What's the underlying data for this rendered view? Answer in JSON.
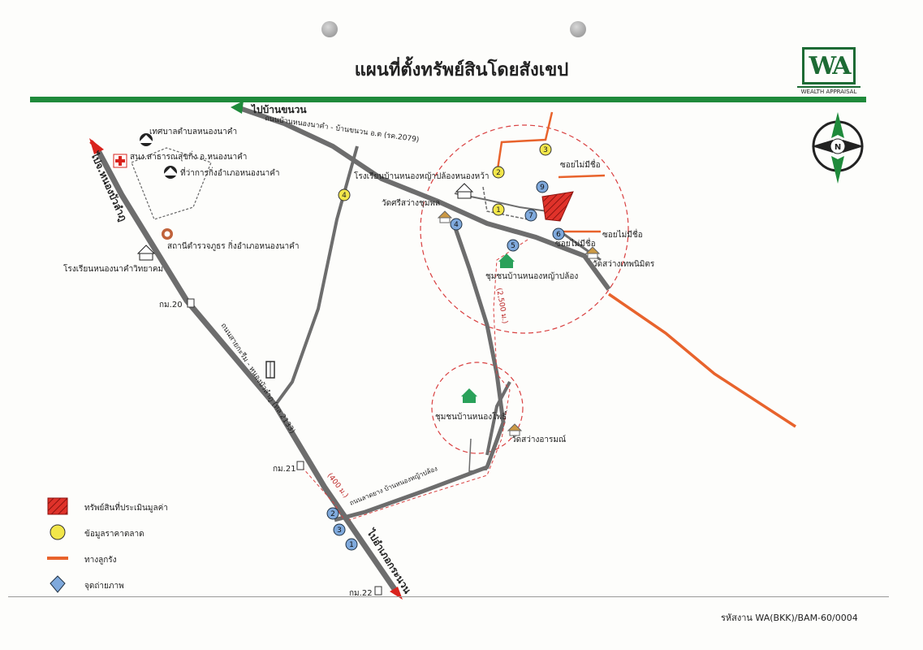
{
  "title": "แผนที่ตั้งทรัพย์สินโดยสังเขป",
  "logo": {
    "letters": "WA",
    "caption": "WEALTH APPRAISAL"
  },
  "compass": {
    "label": "N"
  },
  "labels": {
    "to_ban_khanuan": "ไปบ้านขนวน",
    "road_north": "ถนนบ้านหนองนาคำ - บ้านขนวน อ.ต (รค.2079)",
    "to_nong_bua_lamphu": "ไปจ.หนองบัวลำภู",
    "municipality": "เทศบาลตำบลหนองนาคำ",
    "health": "สนง.สาธารณสุขกิ่ง อ.หนองนาคำ",
    "district_office": "ที่ว่าการกิ่งอำเภอหนองนาคำ",
    "police": "สถานีตำรวจภูธร กิ่งอำเภอหนองนาคำ",
    "school_west": "โรงเรียนหนองนาคำวิทยาคม",
    "km20": "กม.20",
    "km21": "กม.21",
    "km22": "กม.22",
    "main_road": "ถนนสายกะรีม - หนองบัวลำภู (ทล.2133)",
    "to_amphoe_kranuan": "ไปอำเภอกระนวน",
    "school_east": "โรงเรียนบ้านหนองหญ้าปล้องหนองหว้า",
    "wat_sri": "วัดศรีสว่างชุมพล",
    "soi_1": "ซอยไม่มีชื่อ",
    "soi_2": "ซอยไม่มีชื่อ",
    "soi_3": "ซอยไม่มีชื่อ",
    "wat_thep": "วัดสว่างเทพนิมิตร",
    "community_1": "ชุมชนบ้านหนองหญ้าปล้อง",
    "community_2": "ชุมชนบ้านหนองโพธิ์",
    "wat_arom": "วัดสว่างอารมณ์",
    "dist_2500": "(2,500 ม.)",
    "dist_400": "(400 ม.)",
    "lower_road": "ถนนลาดยาง บ้านหนองหญ้าปล้อง"
  },
  "markers": {
    "market": [
      "1",
      "2",
      "3",
      "4"
    ],
    "photo": [
      "1",
      "2",
      "3",
      "4",
      "5",
      "6",
      "7",
      "9"
    ]
  },
  "legend": [
    {
      "text": "ทรัพย์สินที่ประเมินมูลค่า",
      "icon": "property-hatched-icon",
      "color": "#d9231d"
    },
    {
      "text": "ข้อมูลราคาตลาด",
      "icon": "market-data-icon",
      "color": "#f2e64a"
    },
    {
      "text": "ทางลูกรัง",
      "icon": "laterite-road-icon",
      "color": "#e8632c"
    },
    {
      "text": "จุดถ่ายภาพ",
      "icon": "photo-point-icon",
      "color": "#3f7fc8"
    }
  ],
  "code": "รหัสงาน WA(BKK)/BAM-60/0004",
  "colors": {
    "road": "#6d6d6d",
    "laterite": "#e8632c",
    "rule": "#1f8a3b",
    "property": "#d9231d",
    "radius": "#d94040"
  }
}
